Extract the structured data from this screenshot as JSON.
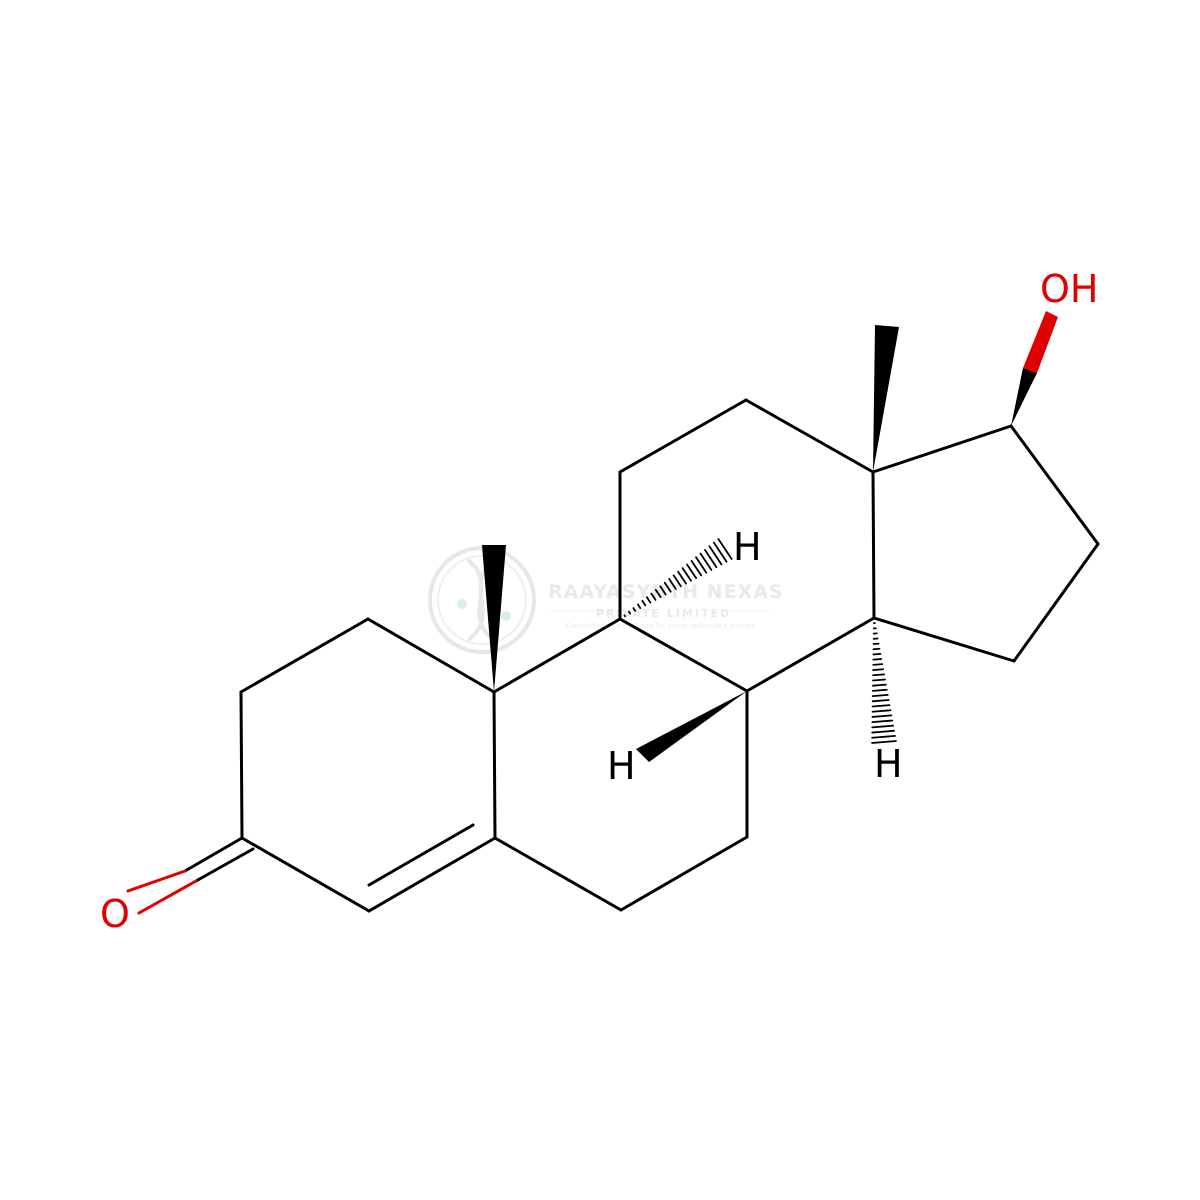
{
  "atoms": {
    "oxygen_ketone": "O",
    "hydroxyl": "OH",
    "hydrogen_c9": "H",
    "hydrogen_c8": "H",
    "hydrogen_c14": "H"
  },
  "watermark": {
    "company": "RAAYASYNTH NEXAS",
    "suffix": "PRIVATE LIMITED",
    "tagline": "Committed to excellence for every molecule's journey"
  },
  "colors": {
    "bond": "#000000",
    "oxygen": "#e00000",
    "watermark": "#d9dfdb"
  }
}
